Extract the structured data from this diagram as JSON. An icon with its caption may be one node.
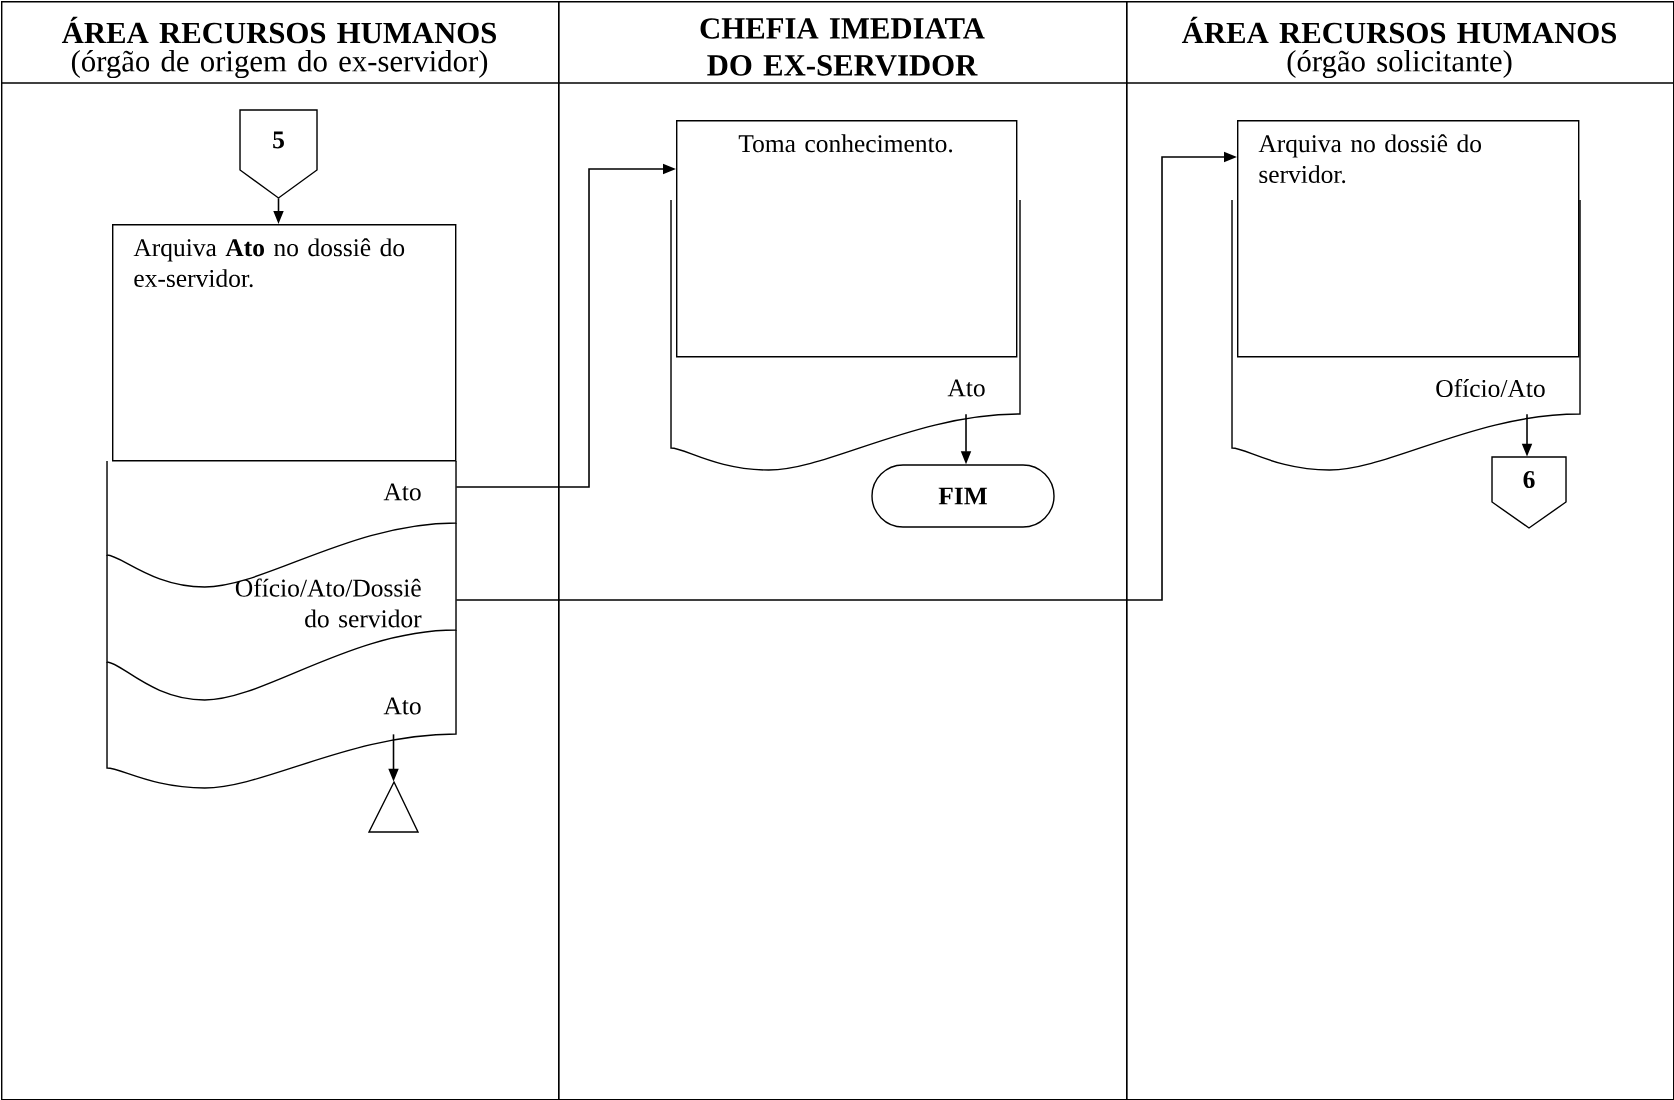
{
  "diagram": {
    "nodes": [
      {
        "text": [
          "ÁREA RECURSOS HUMANOS",
          "(órgão de origem do ex-servidor)"
        ]
      },
      {
        "text": [
          "CHEFIA IMEDIATA DO EX-SERVIDOR"
        ]
      },
      {
        "text": [
          "ÁREA RECURSOS HUMANOS",
          "(órgão solicitante)"
        ]
      },
      {
        "text": [
          "5"
        ],
        "in": 0
      },
      {
        "text": [
          "Arquiva **Ato** no dossiê do ex-servidor."
        ],
        "in": 0
      },
      {
        "text": [
          "Ato"
        ],
        "in": 0
      },
      {
        "text": [
          "Ofício/Ato/Dossiê do servidor"
        ],
        "in": 0
      },
      {
        "text": [
          "Ato"
        ],
        "in": 0
      },
      {
        "text": [],
        "shape": "triangle",
        "in": 0
      },
      {
        "text": [
          "Toma conhecimento."
        ],
        "in": 1
      },
      {
        "text": [
          "Ato"
        ],
        "in": 1
      },
      {
        "text": [
          "FIM"
        ],
        "in": 1
      },
      {
        "text": [
          "Arquiva no dossiê do servidor."
        ],
        "in": 2
      },
      {
        "text": [
          "Ofício/Ato"
        ],
        "in": 2
      },
      {
        "text": [
          "6"
        ],
        "in": 2
      }
    ],
    "edges": [
      {
        "from": 3,
        "to": 4,
        "arrow": "to"
      },
      {
        "from": 5,
        "to": 9,
        "arrow": "to"
      },
      {
        "from": 6,
        "to": 12,
        "arrow": "to"
      },
      {
        "from": 7,
        "to": 8,
        "arrow": "to"
      },
      {
        "from": 10,
        "to": 11,
        "arrow": "to"
      },
      {
        "from": 13,
        "to": 14,
        "arrow": "to"
      }
    ]
  }
}
